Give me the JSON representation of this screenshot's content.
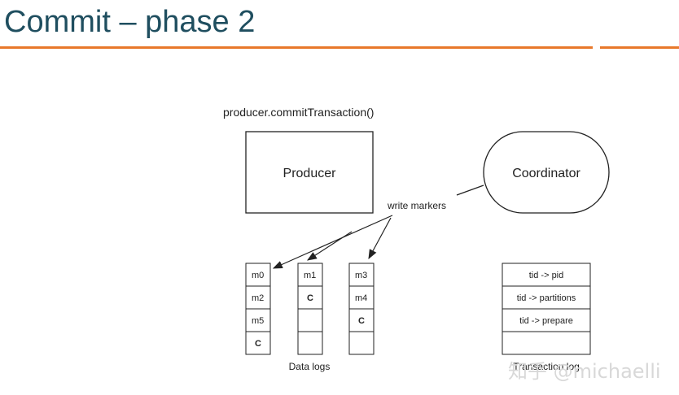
{
  "slide": {
    "title": "Commit – phase 2"
  },
  "diagram": {
    "caption": "producer.commitTransaction()",
    "producer_label": "Producer",
    "coordinator_label": "Coordinator",
    "write_markers_label": "write markers",
    "data_logs": {
      "label": "Data logs",
      "columns": [
        [
          "m0",
          "m2",
          "m5",
          "C"
        ],
        [
          "m1",
          "C",
          "",
          ""
        ],
        [
          "m3",
          "m4",
          "C",
          ""
        ]
      ]
    },
    "transaction_log": {
      "label": "Transaction log",
      "rows": [
        "tid -> pid",
        "tid -> partitions",
        "tid -> prepare",
        ""
      ]
    },
    "commit_marker_color": "#d63a1f"
  },
  "watermark": {
    "text": "知乎 @michaelli"
  }
}
